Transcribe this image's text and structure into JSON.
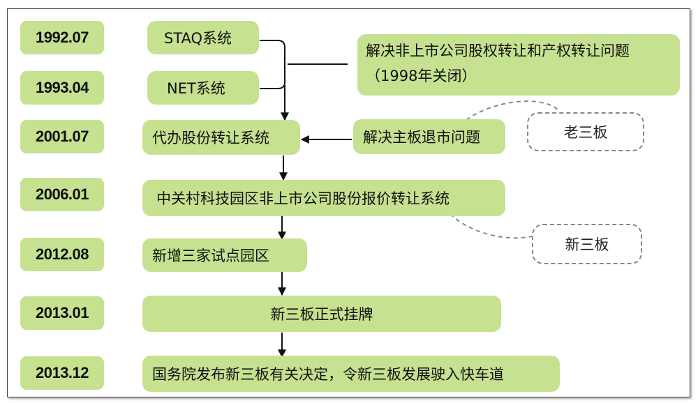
{
  "dates": [
    "1992.07",
    "1993.04",
    "2001.07",
    "2006.01",
    "2012.08",
    "2013.01",
    "2013.12"
  ],
  "nodes": {
    "staq": "STAQ系统",
    "net": "NET系统",
    "agency": "代办股份转让系统",
    "zgc": "中关村科技园区非上市公司股份报价转让系统",
    "parks": "新增三家试点园区",
    "listing": "新三板正式挂牌",
    "state_council": "国务院发布新三板有关决定，令新三板发展驶入快车道"
  },
  "notes": {
    "equity_line1": "解决非上市公司股权转让和产权转让问题",
    "equity_line2": "（1998年关闭）",
    "delisting": "解决主板退市问题"
  },
  "callouts": {
    "old_board": "老三板",
    "new_board": "新三板"
  },
  "colors": {
    "box_fill": "#c6e190",
    "arrow": "#111111",
    "dashed_border": "#888888"
  }
}
